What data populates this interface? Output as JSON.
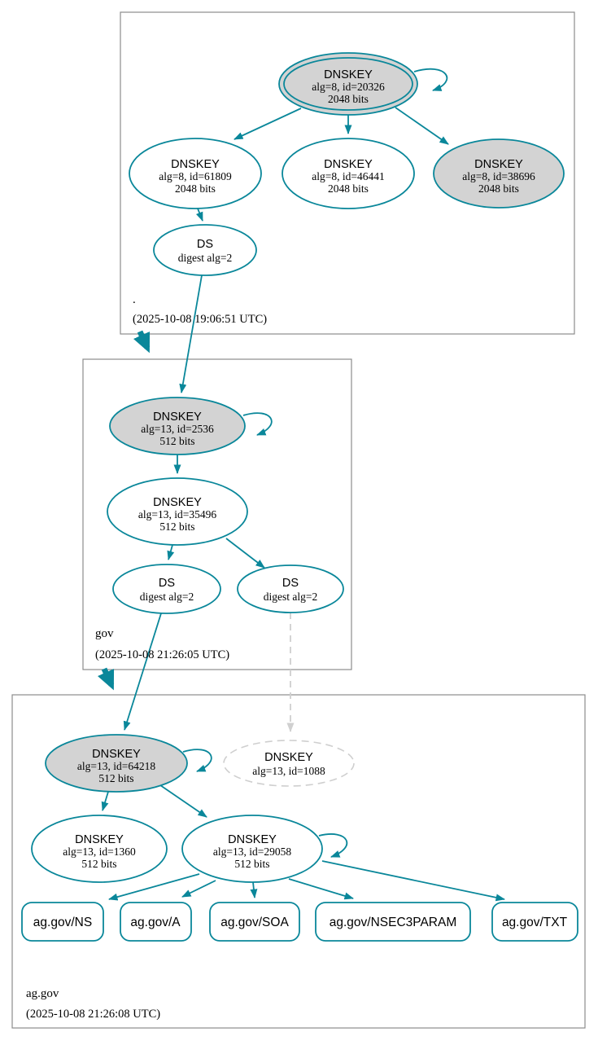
{
  "colors": {
    "secure_edge": "#0a879a",
    "sep_key_fill": "#d3d3d3",
    "missing_gray": "#d0d0d0",
    "zone_box_border": "#8c8c8c"
  },
  "zones": {
    "root": {
      "label": ".",
      "timestamp": "(2025-10-08 19:06:51 UTC)",
      "nodes": {
        "ksk20326": {
          "title": "DNSKEY",
          "attrs": "alg=8, id=20326",
          "bits": "2048 bits"
        },
        "zsk61809": {
          "title": "DNSKEY",
          "attrs": "alg=8, id=61809",
          "bits": "2048 bits"
        },
        "zsk46441": {
          "title": "DNSKEY",
          "attrs": "alg=8, id=46441",
          "bits": "2048 bits"
        },
        "ksk38696": {
          "title": "DNSKEY",
          "attrs": "alg=8, id=38696",
          "bits": "2048 bits"
        },
        "ds": {
          "title": "DS",
          "attrs": "digest alg=2"
        }
      }
    },
    "gov": {
      "label": "gov",
      "timestamp": "(2025-10-08 21:26:05 UTC)",
      "nodes": {
        "ksk2536": {
          "title": "DNSKEY",
          "attrs": "alg=13, id=2536",
          "bits": "512 bits"
        },
        "zsk35496": {
          "title": "DNSKEY",
          "attrs": "alg=13, id=35496",
          "bits": "512 bits"
        },
        "ds1": {
          "title": "DS",
          "attrs": "digest alg=2"
        },
        "ds2": {
          "title": "DS",
          "attrs": "digest alg=2"
        }
      }
    },
    "aggov": {
      "label": "ag.gov",
      "timestamp": "(2025-10-08 21:26:08 UTC)",
      "nodes": {
        "ksk64218": {
          "title": "DNSKEY",
          "attrs": "alg=13, id=64218",
          "bits": "512 bits"
        },
        "missing1088": {
          "title": "DNSKEY",
          "attrs": "alg=13, id=1088"
        },
        "zsk1360": {
          "title": "DNSKEY",
          "attrs": "alg=13, id=1360",
          "bits": "512 bits"
        },
        "zsk29058": {
          "title": "DNSKEY",
          "attrs": "alg=13, id=29058",
          "bits": "512 bits"
        }
      },
      "rrsets": [
        "ag.gov/NS",
        "ag.gov/A",
        "ag.gov/SOA",
        "ag.gov/NSEC3PARAM",
        "ag.gov/TXT"
      ]
    }
  }
}
